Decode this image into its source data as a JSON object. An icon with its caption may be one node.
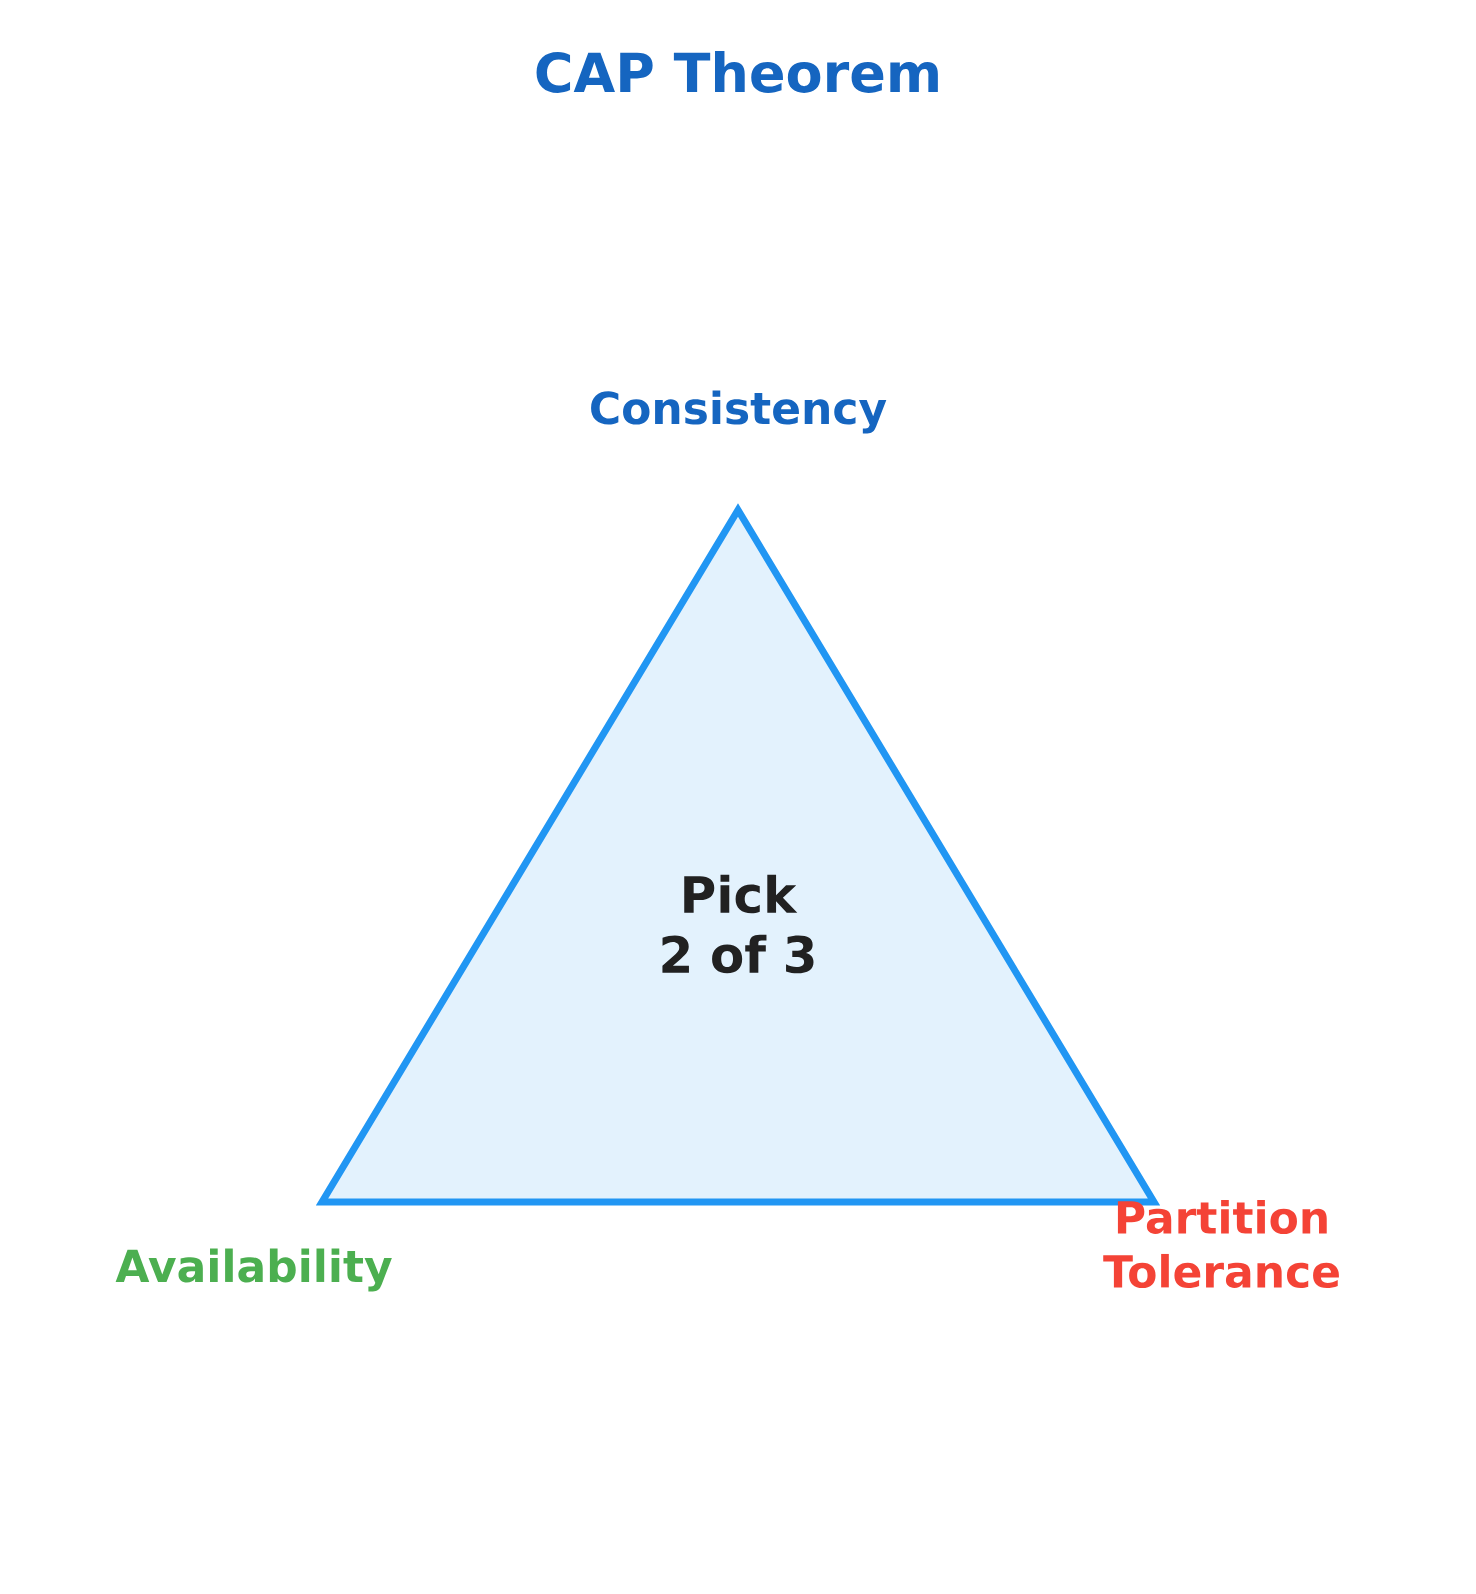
{
  "diagram": {
    "title": "CAP Theorem",
    "nodes": [
      {
        "text": [
          "Pick 2 of 3"
        ]
      }
    ],
    "labels": [
      "Consistency",
      "Availability",
      "Partition Tolerance"
    ]
  }
}
